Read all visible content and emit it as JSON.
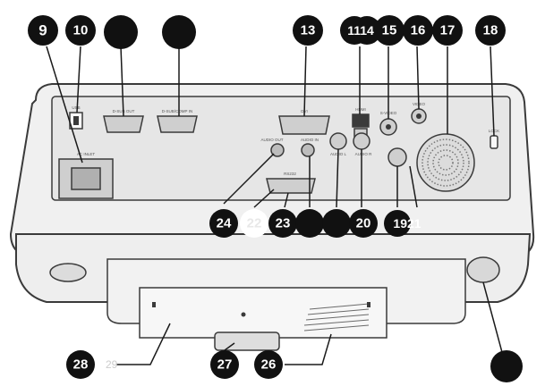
{
  "callouts": [
    {
      "id": "c9",
      "label": "9"
    },
    {
      "id": "c10",
      "label": "10"
    },
    {
      "id": "c11",
      "label": ""
    },
    {
      "id": "c12",
      "label": ""
    },
    {
      "id": "c13",
      "label": "13"
    },
    {
      "id": "c1114",
      "label": "1114"
    },
    {
      "id": "c15",
      "label": "15"
    },
    {
      "id": "c16",
      "label": "16"
    },
    {
      "id": "c17",
      "label": "17"
    },
    {
      "id": "c18",
      "label": "18"
    },
    {
      "id": "c24",
      "label": "24"
    },
    {
      "id": "c22",
      "label": "22"
    },
    {
      "id": "c23",
      "label": "23"
    },
    {
      "id": "c19",
      "label": ""
    },
    {
      "id": "c25",
      "label": ""
    },
    {
      "id": "c20",
      "label": "20"
    },
    {
      "id": "c1921",
      "label": "1921"
    },
    {
      "id": "c28",
      "label": "28"
    },
    {
      "id": "c27",
      "label": "27"
    },
    {
      "id": "c26",
      "label": "26"
    },
    {
      "id": "c29",
      "label": ""
    }
  ],
  "panel_labels": {
    "usb": "USB",
    "dsub_out": "D-SUB OUT",
    "dsub_in": "D-SUB/COMP IN",
    "dvi": "DVI",
    "hdmi": "HDMI",
    "svideo": "S-VIDEO",
    "video": "VIDEO",
    "lock": "LOCK",
    "ac_inlet": "AC INLET",
    "audio_out": "AUDIO OUT",
    "audio_in": "AUDIO IN",
    "audio_l": "AUDIO L",
    "audio_r": "AUDIO R",
    "rs232": "RS232"
  },
  "colors": {
    "outline": "#3a3a3a",
    "body_fill": "#f0f0f0",
    "panel_fill": "#e6e6e6",
    "callout_fill": "#111111",
    "callout_text": "#ffffff"
  }
}
